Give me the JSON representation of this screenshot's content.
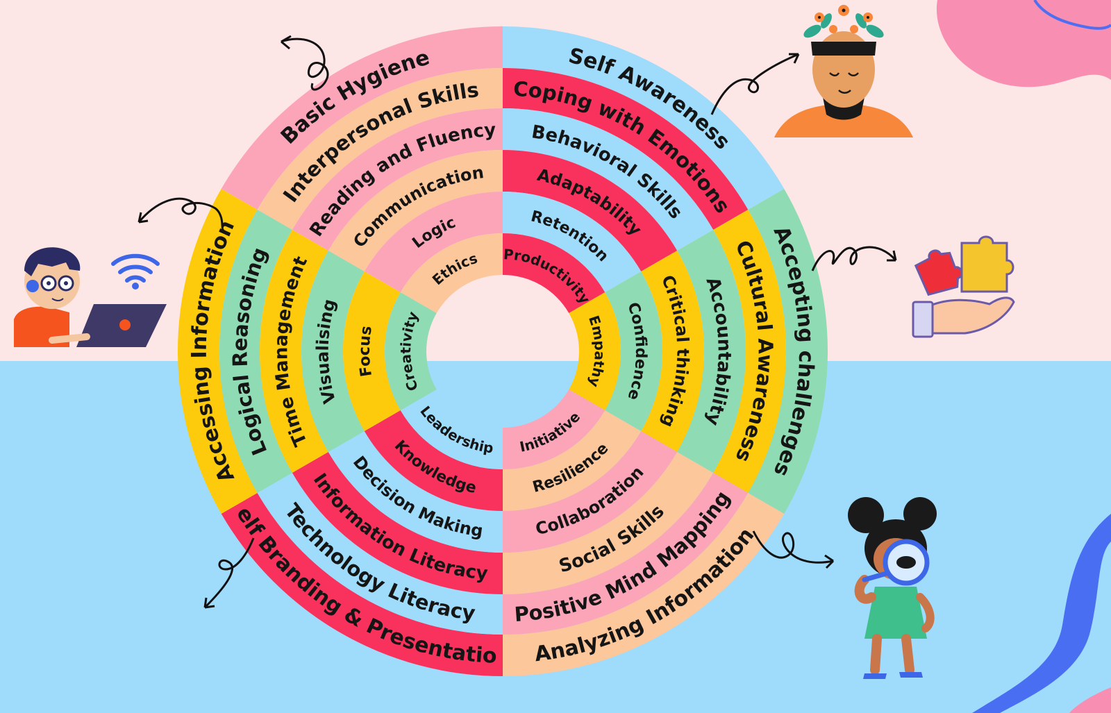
{
  "colors": {
    "bg_top": "#fde6e6",
    "bg_bottom": "#9fdcfc",
    "pink": "#fca5b9",
    "peach": "#fcc79b",
    "red": "#f8325c",
    "blue": "#9fdcfc",
    "yellow": "#fdca0c",
    "green": "#8fdbb3",
    "text": "#151515"
  },
  "wheel": {
    "sectors": [
      {
        "id": "top-left",
        "rings": [
          {
            "label": "Basic Hygiene",
            "color": "pink"
          },
          {
            "label": "Interpersonal Skills",
            "color": "peach"
          },
          {
            "label": "Reading and Fluency",
            "color": "pink"
          },
          {
            "label": "Communication",
            "color": "peach"
          },
          {
            "label": "Logic",
            "color": "pink"
          },
          {
            "label": "Ethics",
            "color": "peach"
          }
        ]
      },
      {
        "id": "top-right",
        "rings": [
          {
            "label": "Self  Awareness",
            "color": "blue"
          },
          {
            "label": "Coping with Emotions",
            "color": "red"
          },
          {
            "label": "Behavioral Skills",
            "color": "blue"
          },
          {
            "label": "Adaptability",
            "color": "red"
          },
          {
            "label": "Retention",
            "color": "blue"
          },
          {
            "label": "Productivity",
            "color": "red"
          }
        ]
      },
      {
        "id": "right",
        "rings": [
          {
            "label": "Accepting challenges",
            "color": "green"
          },
          {
            "label": "Cultural Awareness",
            "color": "yellow"
          },
          {
            "label": "Accountability",
            "color": "green"
          },
          {
            "label": "Critical thinking",
            "color": "yellow"
          },
          {
            "label": "Confidence",
            "color": "green"
          },
          {
            "label": "Empathy",
            "color": "yellow"
          }
        ]
      },
      {
        "id": "bottom-right",
        "rings": [
          {
            "label": "Analyzing Information",
            "color": "peach"
          },
          {
            "label": "Positive Mind Mapping",
            "color": "pink"
          },
          {
            "label": "Social Skills",
            "color": "peach"
          },
          {
            "label": "Collaboration",
            "color": "pink"
          },
          {
            "label": "Resilience",
            "color": "peach"
          },
          {
            "label": "Initiative",
            "color": "pink"
          }
        ]
      },
      {
        "id": "bottom-left",
        "rings": [
          {
            "label": "Self Branding & Presentation",
            "color": "red"
          },
          {
            "label": "Technology Literacy",
            "color": "blue"
          },
          {
            "label": "Information Literacy",
            "color": "red"
          },
          {
            "label": "Decision Making",
            "color": "blue"
          },
          {
            "label": "Knowledge",
            "color": "red"
          },
          {
            "label": "Leadership",
            "color": "blue"
          }
        ]
      },
      {
        "id": "left",
        "rings": [
          {
            "label": "Accessing Information",
            "color": "yellow"
          },
          {
            "label": "Logical Reasoning",
            "color": "green"
          },
          {
            "label": "Time Management",
            "color": "yellow"
          },
          {
            "label": "Visualising",
            "color": "green"
          },
          {
            "label": "Focus",
            "color": "yellow"
          },
          {
            "label": "Creativity",
            "color": "green"
          }
        ]
      }
    ]
  },
  "illustrations": [
    {
      "name": "mindful-person-illustration"
    },
    {
      "name": "puzzle-hand-illustration"
    },
    {
      "name": "laptop-kid-illustration"
    },
    {
      "name": "magnifier-girl-illustration"
    }
  ]
}
